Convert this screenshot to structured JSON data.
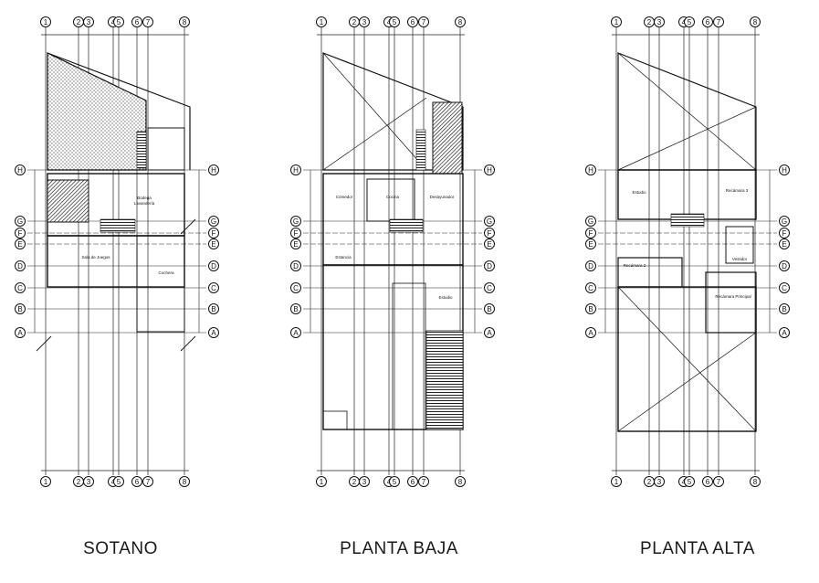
{
  "grid": {
    "columns": [
      "1",
      "2",
      "3",
      "4",
      "5",
      "6",
      "7",
      "8"
    ],
    "rows": [
      "H",
      "G",
      "F",
      "E",
      "D",
      "C",
      "B",
      "A"
    ]
  },
  "plans": [
    {
      "id": "sotano",
      "title": "SOTANO",
      "rooms": [
        "Bodega",
        "Lavandería",
        "Sala de Juegos",
        "Cochera"
      ]
    },
    {
      "id": "planta-baja",
      "title": "PLANTA BAJA",
      "rooms": [
        "Comedor",
        "Cocina",
        "Desayunador",
        "Estancia",
        "Estudio"
      ]
    },
    {
      "id": "planta-alta",
      "title": "PLANTA ALTA",
      "rooms": [
        "Estudio",
        "Recámara 3",
        "Recámara 2",
        "Vestidor",
        "Recámara Principal"
      ]
    }
  ]
}
